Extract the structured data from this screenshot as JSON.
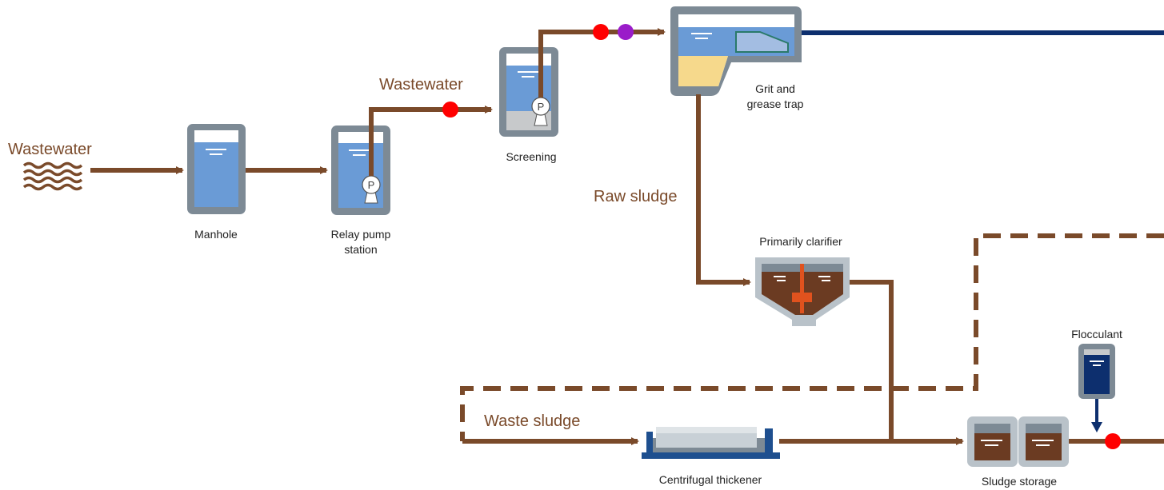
{
  "colors": {
    "sludge_flow": "#7a4a2a",
    "water_blue": "#6a9bd6",
    "frame_gray": "#7d8a95",
    "light_gray": "#b9c2c9",
    "dark_blue_line": "#0d2f6e",
    "sand": "#f6d98c",
    "sludge_brown": "#6b3b22",
    "red_dot": "#ff0000",
    "purple_dot": "#9a1cc9",
    "orange_mixer": "#e0521e",
    "thickener_base": "#1e4f8f"
  },
  "flow_labels": {
    "wastewater_inlet": "Wastewater",
    "wastewater_pipe": "Wastewater",
    "raw_sludge": "Raw sludge",
    "waste_sludge": "Waste sludge"
  },
  "units": {
    "manhole": "Manhole",
    "relay_pump_line1": "Relay pump",
    "relay_pump_line2": "station",
    "screening": "Screening",
    "grit_line1": "Grit and",
    "grit_line2": "grease trap",
    "primary_clarifier": "Primarily clarifier",
    "flocculant": "Flocculant",
    "centrifugal_thickener": "Centrifugal thickener",
    "sludge_storage": "Sludge storage"
  },
  "pump_symbol": "P",
  "icons": [
    "wastewater-waves-icon",
    "pump-icon",
    "sensor-dot-icon"
  ]
}
